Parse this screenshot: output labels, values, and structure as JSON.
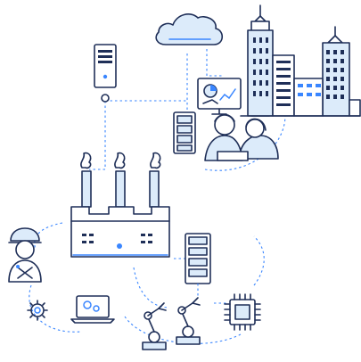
{
  "diagram": {
    "kind": "industrial IoT network illustration",
    "text_labels": [],
    "colors": {
      "outline": "#1f2f58",
      "accent": "#3a86ff",
      "fill_light": "#dcebfa",
      "link": "#3a86ff",
      "background": "#ffffff"
    },
    "nodes": [
      {
        "id": "cloud",
        "icon": "cloud-icon"
      },
      {
        "id": "server-tower",
        "icon": "server-tower-icon"
      },
      {
        "id": "city-skyline",
        "icon": "city-skyline-icon"
      },
      {
        "id": "dashboard-monitor",
        "icon": "monitor-chart-icon"
      },
      {
        "id": "server-rack-top",
        "icon": "server-rack-icon"
      },
      {
        "id": "office-workers",
        "icon": "people-icon"
      },
      {
        "id": "factory",
        "icon": "factory-icon"
      },
      {
        "id": "engineer",
        "icon": "engineer-icon"
      },
      {
        "id": "gear",
        "icon": "gear-icon"
      },
      {
        "id": "laptop",
        "icon": "laptop-icon"
      },
      {
        "id": "server-rack-bottom",
        "icon": "server-rack-icon"
      },
      {
        "id": "robot-arms",
        "icon": "robot-arm-icon"
      },
      {
        "id": "microchip",
        "icon": "microchip-icon"
      }
    ]
  }
}
